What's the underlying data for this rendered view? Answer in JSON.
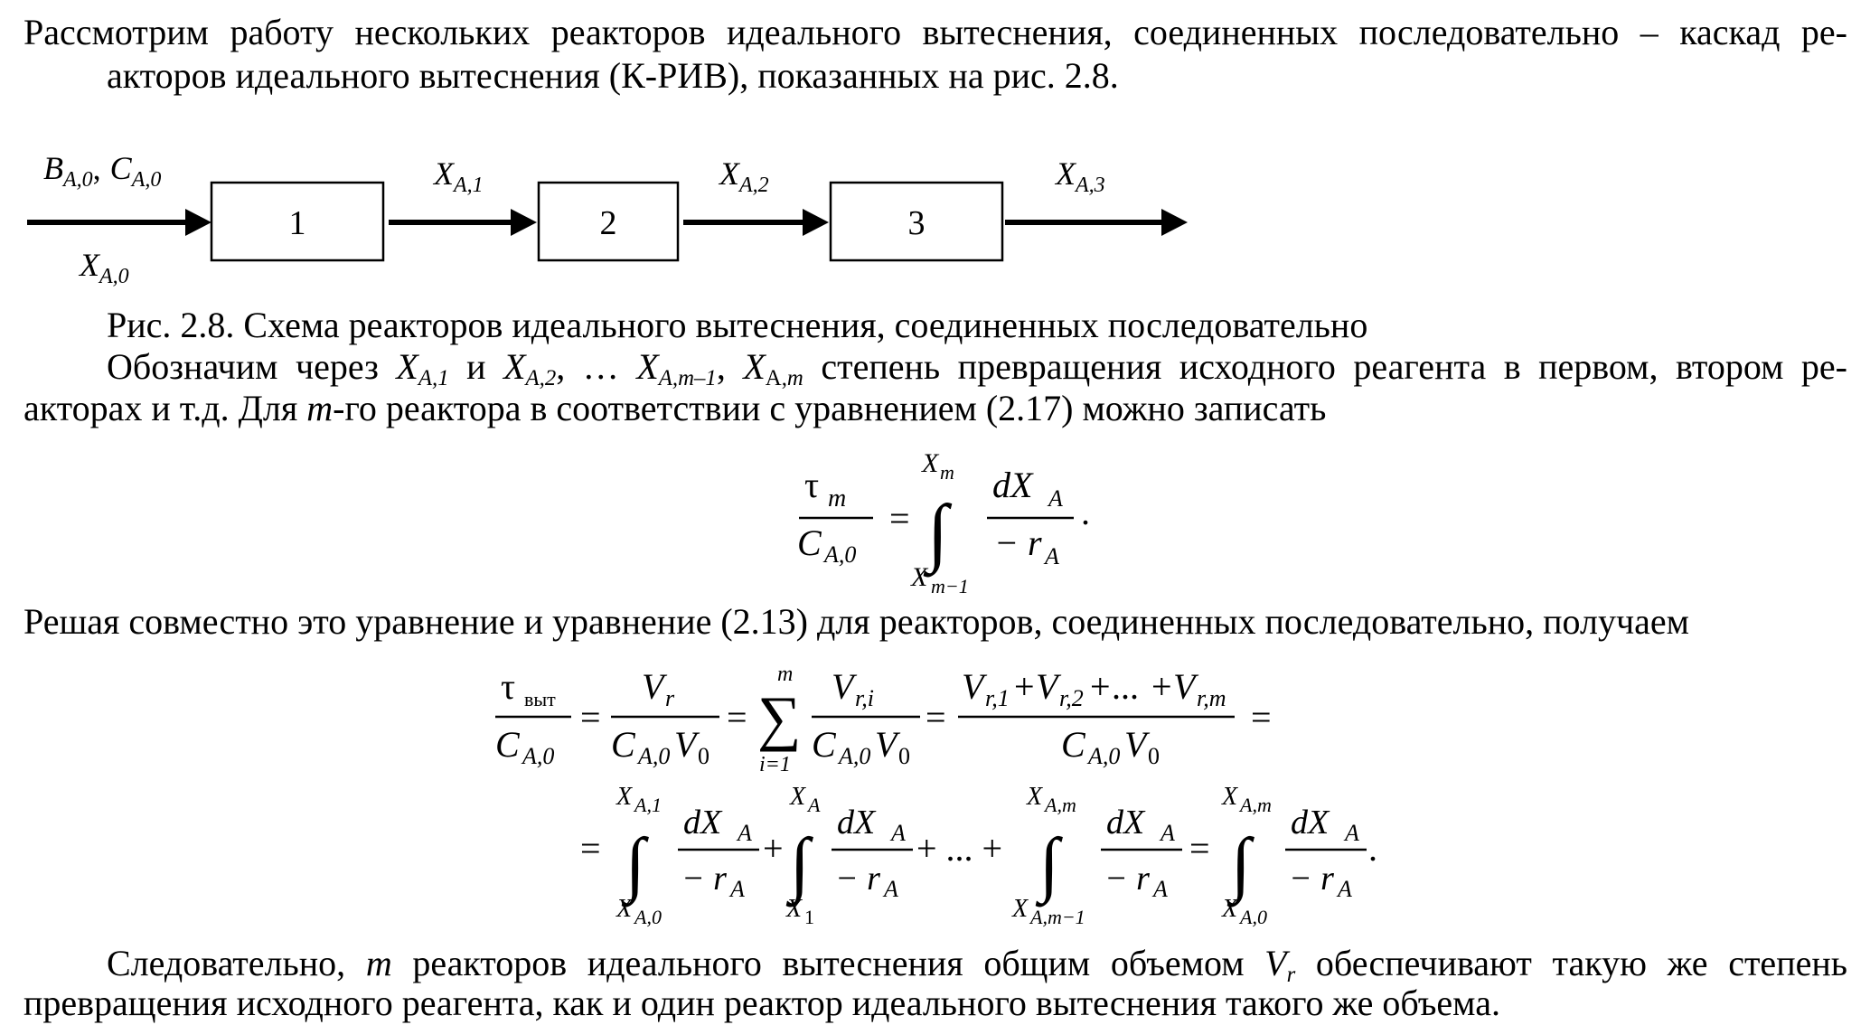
{
  "intro": {
    "line1": "Рассмотрим работу нескольких реакторов идеального вытеснения, соединенных последовательно – каскад ре-",
    "line2": "акторов идеального вытеснения (К-РИВ), показанных на рис. 2.8."
  },
  "diagram": {
    "input_B": "B",
    "input_C": "C",
    "sub_A0": "A,0",
    "sub_A1": "A,1",
    "sub_A2": "A,2",
    "sub_A3": "A,3",
    "comma": ",",
    "var_X": "X",
    "box1": "1",
    "box2": "2",
    "box3": "3"
  },
  "figure_caption": "Рис. 2.8. Схема реакторов идеального вытеснения, соединенных последовательно",
  "para2": {
    "t1": "Обозначим через ",
    "x": "X",
    "s1": "A,1",
    "t2": " и ",
    "s2": "A,2",
    "t3": ",  … ",
    "s3": "A,m–1",
    "t4": ", ",
    "s4a": "A,",
    "s4b": "m",
    "t5": " степень превращения исходного реагента в первом, втором ре-",
    "line2a": "акторах и т.д. Для ",
    "m": "m",
    "line2b": "-го реактора в соответствии с уравнением (2.17) можно записать"
  },
  "eq1": {
    "tau": "τ",
    "m": "m",
    "C": "C",
    "A0": "A,0",
    "eq": "=",
    "X": "X",
    "upper_sub": "m",
    "lower_sub": "m−1",
    "dX": "dX",
    "A": "A",
    "minus_r": "− r",
    "dot": "."
  },
  "para3": "Решая совместно это уравнение и уравнение (2.13) для реакторов, соединенных последовательно, получаем",
  "eq2": {
    "tau": "τ",
    "tau_sub": "выт",
    "C": "C",
    "A0": "A,0",
    "V": "V",
    "r": "r",
    "ri": "r,i",
    "zero": "0",
    "eq": "=",
    "sum_top": "m",
    "sum_bottom": "i=1",
    "sigma": "∑",
    "num_sum_a": "r,1",
    "num_sum_b": "r,2",
    "num_sum_c": "r,m",
    "plus": "+",
    "dots": "...",
    "X": "X",
    "A1": "A,1",
    "A": "A",
    "X1": "1",
    "Am": "A,m",
    "Am1": "A,m−1",
    "dX": "dX",
    "minus_r": "− r",
    "plus_dots_plus": "+ ... +",
    "dot": "."
  },
  "conclusion": {
    "line1a": "Следовательно, ",
    "m": "m",
    "line1b": " реакторов идеального вытеснения общим объемом ",
    "V": "V",
    "r": "r",
    "line1c": " обеспечивают такую же степень",
    "line2": "превращения исходного реагента, как и один реактор идеального вытеснения такого же объема."
  }
}
